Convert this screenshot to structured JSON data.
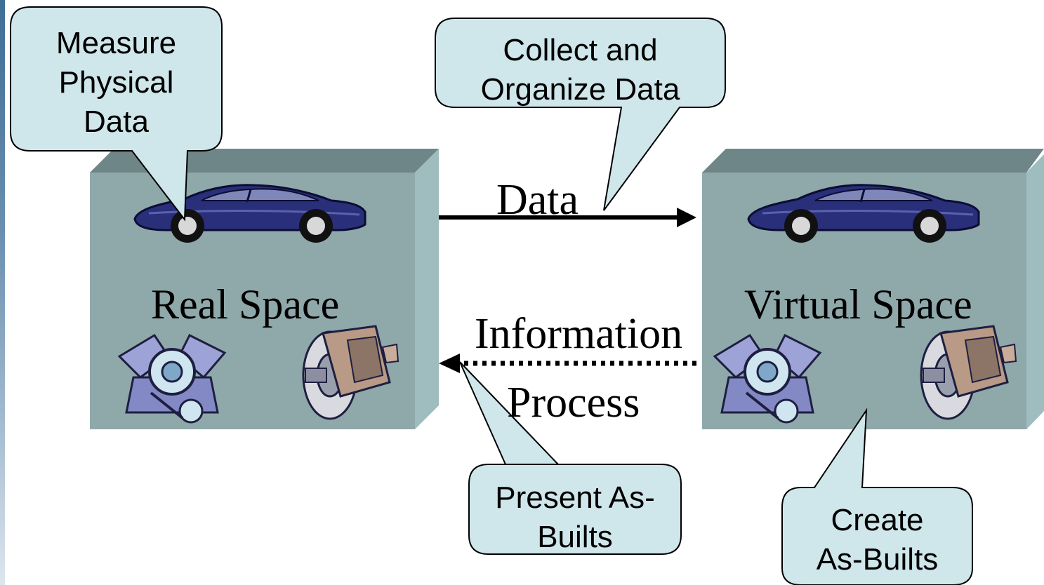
{
  "diagram": {
    "real_space_label": "Real Space",
    "virtual_space_label": "Virtual Space",
    "data_label": "Data",
    "information_label": "Information",
    "process_label": "Process"
  },
  "callouts": {
    "measure": [
      "Measure",
      "Physical",
      "Data"
    ],
    "collect": [
      "Collect and",
      "Organize Data"
    ],
    "present": [
      "Present As-",
      "Builts"
    ],
    "create": [
      "Create",
      "As-Builts"
    ]
  },
  "icons": [
    "car-icon",
    "engine-icon",
    "brake-disc-icon"
  ],
  "colors": {
    "box_front": "#8fa8aa",
    "box_top": "#6f8688",
    "box_side": "#9fbcbe",
    "callout_fill": "#cfe6ea",
    "car_body": "#2a2f7a"
  }
}
